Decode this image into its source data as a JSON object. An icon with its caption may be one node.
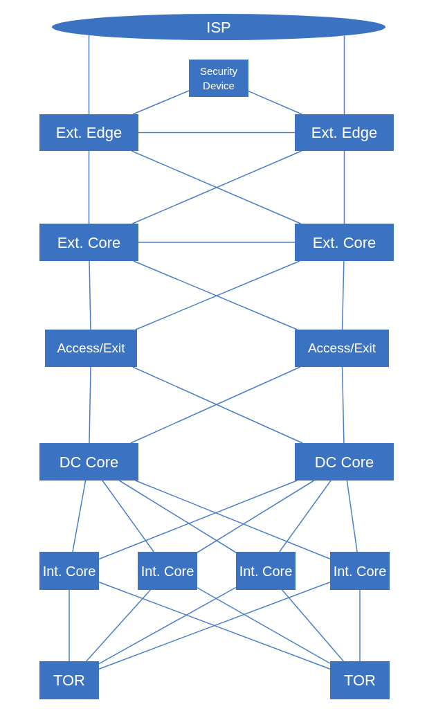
{
  "diagram": {
    "nodes": [
      {
        "text": [
          "ISP"
        ]
      },
      {
        "text": [
          "Security Device"
        ]
      },
      {
        "text": [
          "Ext. Edge"
        ]
      },
      {
        "text": [
          "Ext. Edge"
        ]
      },
      {
        "text": [
          "Ext. Core"
        ]
      },
      {
        "text": [
          "Ext. Core"
        ]
      },
      {
        "text": [
          "Access/Exit"
        ]
      },
      {
        "text": [
          "Access/Exit"
        ]
      },
      {
        "text": [
          "DC Core"
        ]
      },
      {
        "text": [
          "DC Core"
        ]
      },
      {
        "text": [
          "Int. Core"
        ]
      },
      {
        "text": [
          "Int. Core"
        ]
      },
      {
        "text": [
          "Int. Core"
        ]
      },
      {
        "text": [
          "Int. Core"
        ]
      },
      {
        "text": [
          "TOR"
        ]
      },
      {
        "text": [
          "TOR"
        ]
      }
    ],
    "edges": [
      {
        "from": 0,
        "to": 2,
        "arrow": "none"
      },
      {
        "from": 0,
        "to": 3,
        "arrow": "none"
      },
      {
        "from": 1,
        "to": 2,
        "arrow": "none"
      },
      {
        "from": 1,
        "to": 3,
        "arrow": "none"
      },
      {
        "from": 2,
        "to": 3,
        "arrow": "none"
      },
      {
        "from": 2,
        "to": 4,
        "arrow": "none"
      },
      {
        "from": 2,
        "to": 5,
        "arrow": "none"
      },
      {
        "from": 3,
        "to": 4,
        "arrow": "none"
      },
      {
        "from": 3,
        "to": 5,
        "arrow": "none"
      },
      {
        "from": 4,
        "to": 5,
        "arrow": "none"
      },
      {
        "from": 4,
        "to": 6,
        "arrow": "none"
      },
      {
        "from": 4,
        "to": 7,
        "arrow": "none"
      },
      {
        "from": 5,
        "to": 6,
        "arrow": "none"
      },
      {
        "from": 5,
        "to": 7,
        "arrow": "none"
      },
      {
        "from": 6,
        "to": 8,
        "arrow": "none"
      },
      {
        "from": 6,
        "to": 9,
        "arrow": "none"
      },
      {
        "from": 7,
        "to": 8,
        "arrow": "none"
      },
      {
        "from": 7,
        "to": 9,
        "arrow": "none"
      },
      {
        "from": 8,
        "to": 10,
        "arrow": "none"
      },
      {
        "from": 8,
        "to": 11,
        "arrow": "none"
      },
      {
        "from": 8,
        "to": 12,
        "arrow": "none"
      },
      {
        "from": 8,
        "to": 13,
        "arrow": "none"
      },
      {
        "from": 9,
        "to": 10,
        "arrow": "none"
      },
      {
        "from": 9,
        "to": 11,
        "arrow": "none"
      },
      {
        "from": 9,
        "to": 12,
        "arrow": "none"
      },
      {
        "from": 9,
        "to": 13,
        "arrow": "none"
      },
      {
        "from": 10,
        "to": 14,
        "arrow": "none"
      },
      {
        "from": 10,
        "to": 15,
        "arrow": "none"
      },
      {
        "from": 11,
        "to": 14,
        "arrow": "none"
      },
      {
        "from": 11,
        "to": 15,
        "arrow": "none"
      },
      {
        "from": 12,
        "to": 14,
        "arrow": "none"
      },
      {
        "from": 12,
        "to": 15,
        "arrow": "none"
      },
      {
        "from": 13,
        "to": 14,
        "arrow": "none"
      },
      {
        "from": 13,
        "to": 15,
        "arrow": "none"
      }
    ]
  }
}
